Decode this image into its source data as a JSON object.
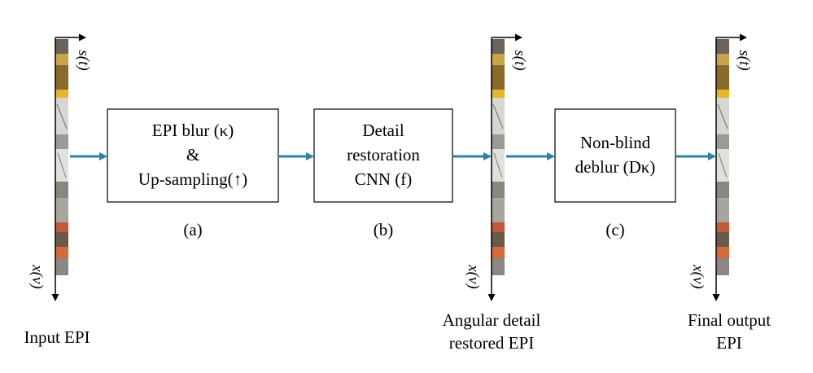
{
  "colors": {
    "arrow": "#2e82a4",
    "box_stroke": "#000000",
    "axis": "#000000"
  },
  "axis_labels": {
    "s": "s(t)",
    "x": "x(v)"
  },
  "boxes": [
    {
      "id": "a",
      "lines": [
        "EPI blur (κ)",
        "&",
        "Up-sampling(↑)"
      ],
      "caption": "(a)"
    },
    {
      "id": "b",
      "lines": [
        "Detail",
        "restoration",
        "CNN (f)"
      ],
      "caption": "(b)"
    },
    {
      "id": "c",
      "lines": [
        "Non-blind",
        "deblur (Dκ)"
      ],
      "caption": "(c)"
    }
  ],
  "epi_captions": {
    "input": [
      "Input EPI"
    ],
    "restored": [
      "Angular detail",
      "restored EPI"
    ],
    "final": [
      "Final output",
      "EPI"
    ]
  }
}
